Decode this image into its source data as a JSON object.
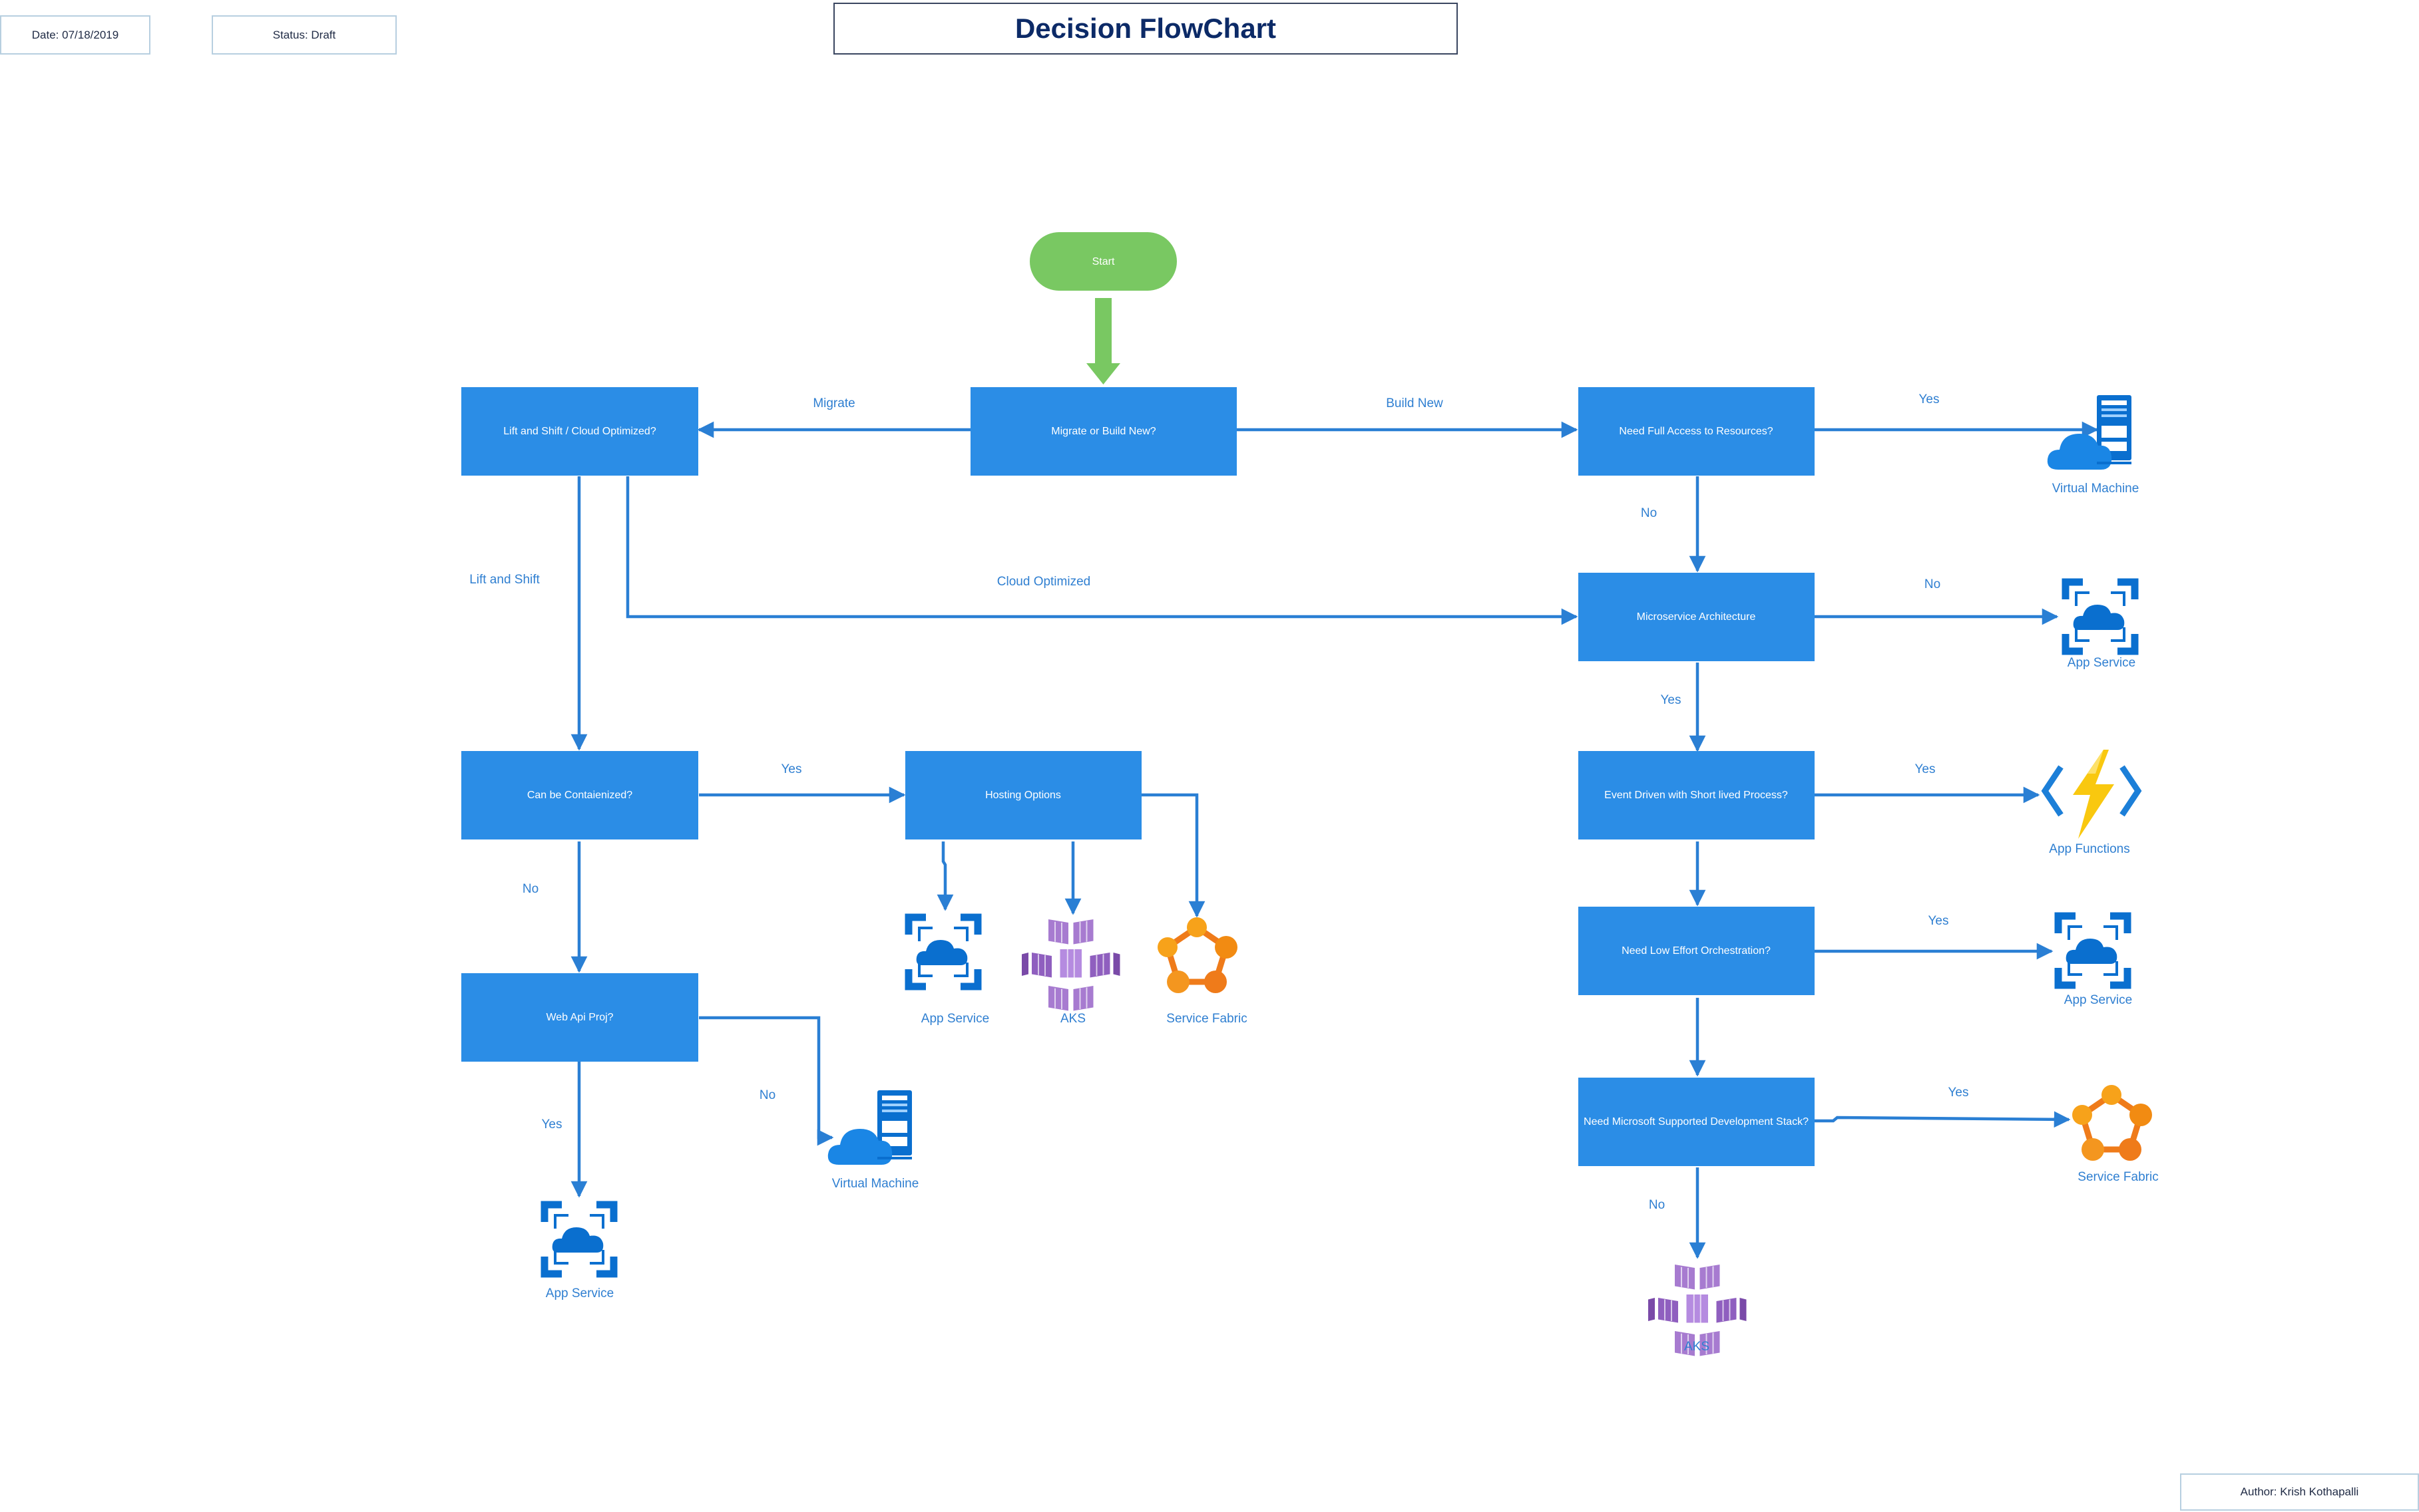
{
  "header": {
    "date_label": "Date: 07/18/2019",
    "status_label": "Status: Draft",
    "title": "Decision FlowChart",
    "author_label": "Author: Krish Kothapalli"
  },
  "colors": {
    "box": "#2b8de6",
    "start": "#79c862",
    "edge": "#2a7fd4",
    "label": "#2f7fd1",
    "title": "#0c2a67"
  },
  "nodes": {
    "start": "Start",
    "migrate_or_build": "Migrate or Build New?",
    "lift_or_cloud": "Lift and Shift / Cloud Optimized?",
    "full_access": "Need Full Access to Resources?",
    "microservice": "Microservice Architecture",
    "containerized": "Can be Contaienized?",
    "hosting": "Hosting Options",
    "event_driven": "Event Driven with Short lived Process?",
    "low_effort": "Need Low Effort Orchestration?",
    "web_api": "Web Api Proj?",
    "ms_stack": "Need Microsoft Supported Development Stack?"
  },
  "edge_labels": {
    "migrate": "Migrate",
    "build_new": "Build New",
    "lift_and_shift": "Lift and Shift",
    "cloud_optimized": "Cloud Optimized",
    "access_yes": "Yes",
    "access_no": "No",
    "micro_no": "No",
    "micro_yes": "Yes",
    "contain_yes": "Yes",
    "contain_no": "No",
    "event_yes": "Yes",
    "orch_yes": "Yes",
    "webapi_yes": "Yes",
    "webapi_no": "No",
    "stack_yes": "Yes",
    "stack_no": "No"
  },
  "icons": {
    "vm_top": {
      "label": "Virtual Machine",
      "icon": "virtual-machine-icon"
    },
    "appsvc_micro": {
      "label": "App Service",
      "icon": "app-service-icon"
    },
    "functions": {
      "label": "App Functions",
      "icon": "app-functions-icon"
    },
    "appsvc_orch": {
      "label": "App Service",
      "icon": "app-service-icon"
    },
    "sf_stack": {
      "label": "Service Fabric",
      "icon": "service-fabric-icon"
    },
    "aks_stack": {
      "label": "AKS",
      "icon": "aks-icon"
    },
    "appsvc_host": {
      "label": "App Service",
      "icon": "app-service-icon"
    },
    "aks_host": {
      "label": "AKS",
      "icon": "aks-icon"
    },
    "sf_host": {
      "label": "Service Fabric",
      "icon": "service-fabric-icon"
    },
    "vm_webapi": {
      "label": "Virtual Machine",
      "icon": "virtual-machine-icon"
    },
    "appsvc_webapi": {
      "label": "App Service",
      "icon": "app-service-icon"
    }
  }
}
